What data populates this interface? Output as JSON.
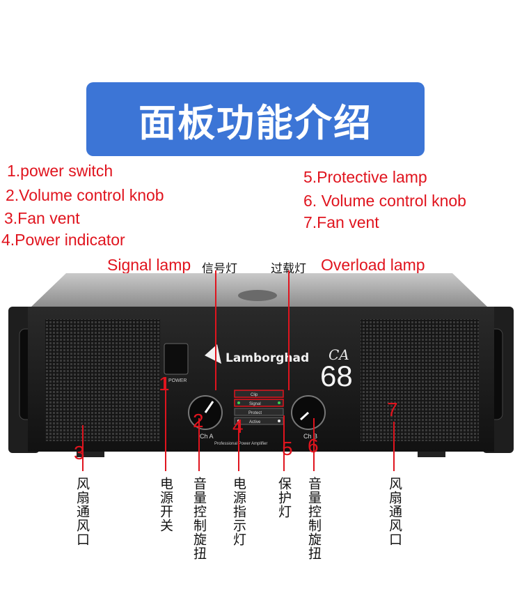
{
  "banner": {
    "title": "面板功能介绍"
  },
  "legend_left": [
    "1.power switch",
    "2.Volume control knob",
    "3.Fan vent",
    "4.Power indicator"
  ],
  "legend_right": [
    "5.Protective lamp",
    "6. Volume control knob",
    "7.Fan vent"
  ],
  "top_labels": {
    "signal_lamp_en": "Signal lamp",
    "signal_lamp_cn": "信号灯",
    "overload_lamp_cn": "过载灯",
    "overload_lamp_en": "Overload lamp"
  },
  "device": {
    "brand": "Lamborghad",
    "model_prefix": "CA",
    "model_number": "68",
    "power_label": "POWER",
    "ch_a": "Ch A",
    "ch_b": "Ch B",
    "subtitle": "Professional Power Amplifier",
    "indicators": [
      "Clip",
      "Signal",
      "Protect",
      "Active"
    ]
  },
  "markers": [
    "1",
    "2",
    "3",
    "4",
    "5",
    "6",
    "7"
  ],
  "bottom_labels": {
    "fan_vent_left": "风扇通风口",
    "power_switch": "电源开关",
    "volume_knob_a": "音量控制旋扭",
    "power_indicator": "电源指示灯",
    "protect_lamp": "保护灯",
    "volume_knob_b": "音量控制旋扭",
    "fan_vent_right": "风扇通风口"
  },
  "colors": {
    "banner": "#3c75d6",
    "label_red": "#e0141e",
    "chassis": "#1b1b1b"
  }
}
